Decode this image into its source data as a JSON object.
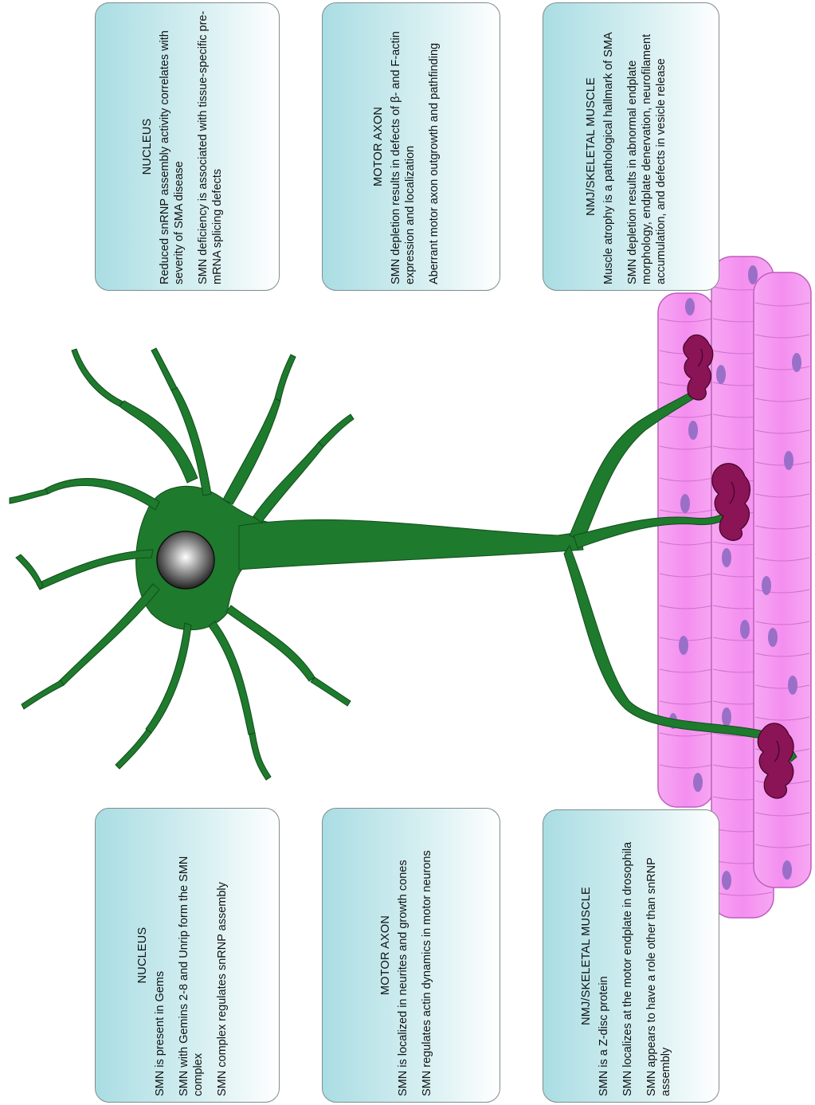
{
  "boxes_top": [
    {
      "title": "NUCLEUS",
      "lines": [
        "Reduced snRNP assembly activity correlates with severity of SMA disease",
        "SMN deficiency is associated with tissue-specific pre-mRNA splicing defects"
      ]
    },
    {
      "title": "MOTOR AXON",
      "lines": [
        "SMN depletion results in defects of β- and F-actin expression and localization",
        "Aberrant motor axon outgrowth and pathfinding"
      ]
    },
    {
      "title": "NMJ/SKELETAL MUSCLE",
      "lines": [
        "Muscle atrophy is a pathological hallmark of SMA",
        "SMN depletion results in abnormal endplate morphology, endplate denervation, neurofilament accumulation, and defects in vesicle release"
      ]
    }
  ],
  "boxes_bottom": [
    {
      "title": "NUCLEUS",
      "lines": [
        "SMN is present in Gems",
        "SMN with Gemins 2-8 and  Unrip form the SMN complex",
        "SMN complex regulates snRNP assembly"
      ]
    },
    {
      "title": "MOTOR AXON",
      "lines": [
        "SMN is localized in neurites and growth cones",
        "SMN regulates actin dynamics in motor neurons"
      ]
    },
    {
      "title": "NMJ/SKELETAL MUSCLE",
      "lines": [
        "SMN is a Z-disc protein",
        "SMN localizes at the motor endplate in drosophila",
        "SMN appears to have a role other than snRNP assembly"
      ]
    }
  ],
  "colors": {
    "neuron": "#1e7a2c",
    "nucleus": "#6b6b6b",
    "muscle": "#f59cf0",
    "muscle_nucleus": "#9a6fc8",
    "endplate": "#8a1456",
    "box_edge": "#a9dde3"
  }
}
